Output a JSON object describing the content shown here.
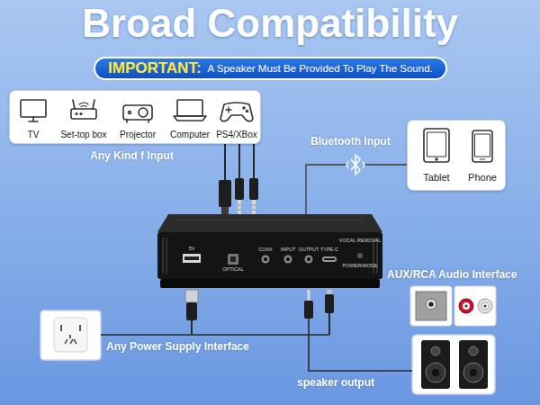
{
  "diagram": {
    "title": "Broad Compatibility",
    "nodes": [
      {
        "text": [
          "IMPORTANT:",
          "A Speaker Must Be Provided To Play The Sound."
        ]
      },
      {
        "text": [
          "TV",
          "Set-top box",
          "Projector",
          "Computer",
          "PS4/XBox"
        ]
      },
      {
        "text": [
          "Tablet",
          "Phone"
        ]
      },
      {
        "text": [
          "5V",
          "OPTICAL",
          "COAX",
          "INPUT",
          "OUTPUT",
          "TYPE-C",
          "VOCAL REMOVAL",
          "POWER/MODE"
        ]
      }
    ],
    "edges": [
      {
        "from": 1,
        "to": 3,
        "arrow": "none",
        "label": "Any Kind f Input"
      },
      {
        "from": 2,
        "to": 3,
        "arrow": "none",
        "label": "Bluetooth Input"
      }
    ],
    "labels": [
      "AUX/RCA Audio Interface",
      "Any Power Supply Interface",
      "speaker output"
    ]
  }
}
